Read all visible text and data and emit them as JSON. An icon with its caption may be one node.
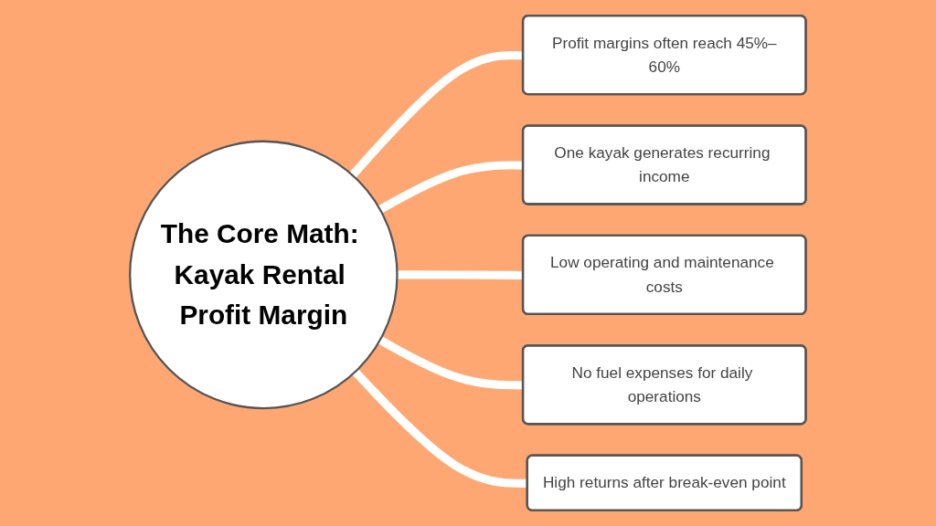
{
  "diagram": {
    "nodes": [
      {
        "text": [
          "The Core Math: Kayak Rental Profit Margin"
        ]
      },
      {
        "text": [
          "Profit margins often reach 45%–60%"
        ]
      },
      {
        "text": [
          "One kayak generates recurring income"
        ]
      },
      {
        "text": [
          "Low operating and maintenance costs"
        ]
      },
      {
        "text": [
          "No fuel expenses for daily operations"
        ]
      },
      {
        "text": [
          "High returns after break-even point"
        ]
      }
    ],
    "edges": [
      {
        "from": 0,
        "to": 1,
        "arrow": "none"
      },
      {
        "from": 0,
        "to": 2,
        "arrow": "none"
      },
      {
        "from": 0,
        "to": 3,
        "arrow": "none"
      },
      {
        "from": 0,
        "to": 4,
        "arrow": "none"
      },
      {
        "from": 0,
        "to": 5,
        "arrow": "none"
      }
    ]
  }
}
